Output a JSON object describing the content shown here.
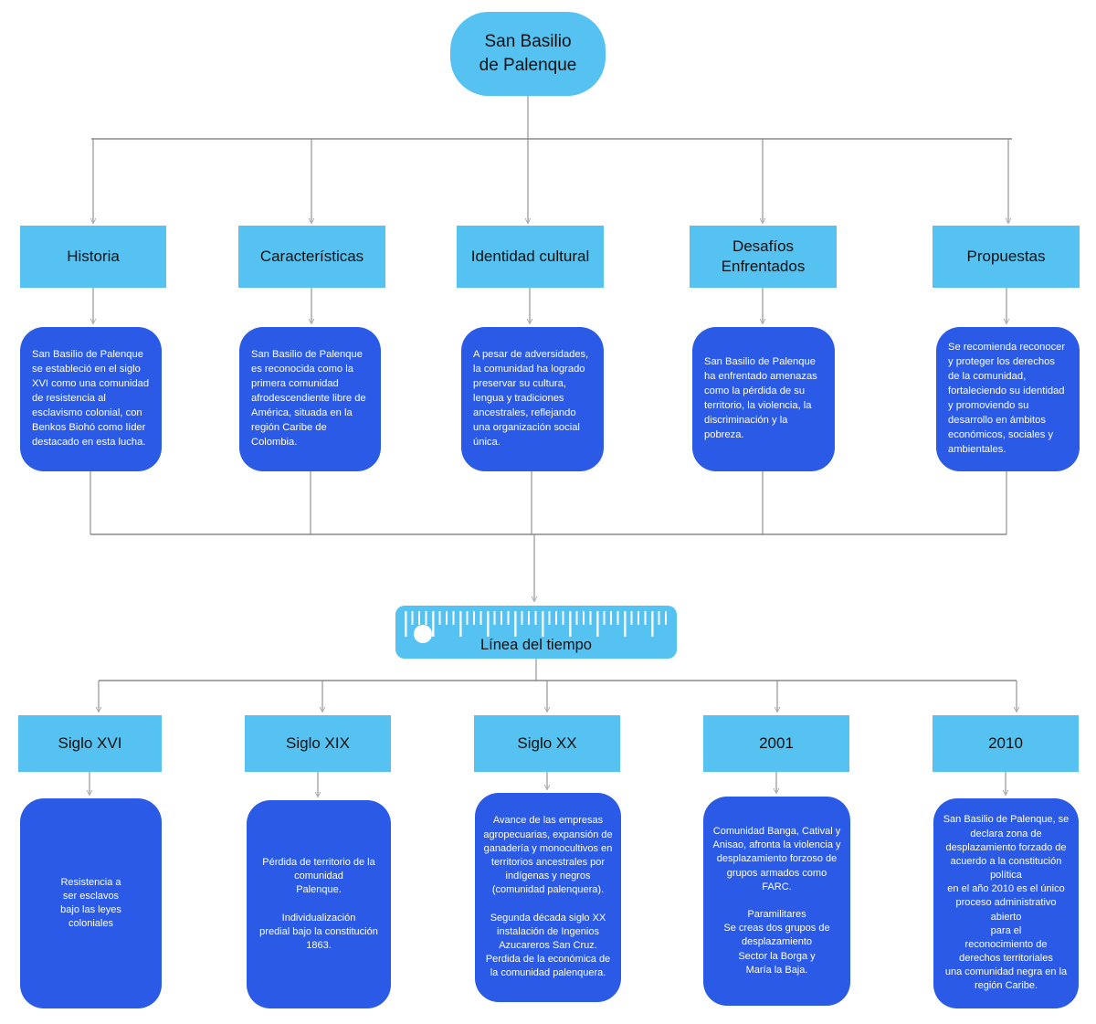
{
  "colors": {
    "node_light_blue": "#55C2F1",
    "node_dark_blue": "#2B5AE7",
    "connector": "#8a8a8a",
    "text_dark": "#111111",
    "text_light": "#ffffff"
  },
  "root": {
    "label": "San Basilio\nde Palenque"
  },
  "branches": [
    {
      "title": "Historia",
      "description": "San Basilio de Palenque se estableció en el siglo XVI como una comunidad de resistencia al esclavismo colonial, con Benkos Biohó como líder destacado en esta lucha."
    },
    {
      "title": "Características",
      "description": "San Basilio de Palenque es reconocida como la primera comunidad afrodescendiente libre de América, situada en la región Caribe de Colombia."
    },
    {
      "title": "Identidad cultural",
      "description": "A pesar de adversidades, la comunidad ha logrado preservar su cultura, lengua y tradiciones ancestrales, reflejando una organización social única."
    },
    {
      "title": "Desafíos\nEnfrentados",
      "description": "San Basilio de Palenque ha enfrentado amenazas como la pérdida de su territorio, la violencia, la discriminación y la pobreza."
    },
    {
      "title": "Propuestas",
      "description": "Se recomienda reconocer y proteger los derechos de la comunidad, fortaleciendo su identidad y promoviendo su desarrollo en ámbitos económicos, sociales y ambientales."
    }
  ],
  "timeline": {
    "label": "Línea del tiempo"
  },
  "periods": [
    {
      "title": "Siglo XVI",
      "description": "Resistencia a\nser esclavos\nbajo las leyes\ncoloniales"
    },
    {
      "title": "Siglo XIX",
      "description": "Pérdida de territorio de la comunidad\nPalenque.\n\nIndividualización\npredial bajo la constitución\n1863."
    },
    {
      "title": "Siglo XX",
      "description": "Avance de las empresas agropecuarias, expansión de ganadería y monocultivos en territorios ancestrales por indígenas y negros (comunidad palenquera).\n\nSegunda década siglo XX instalación de Ingenios Azucareros San Cruz. Perdida de la económica de la comunidad palenquera."
    },
    {
      "title": "2001",
      "description": "Comunidad Banga, Catival y Anisao, afronta la violencia y desplazamiento forzoso de grupos armados como\nFARC.\n\nParamilitares\nSe creas dos grupos de desplazamiento\nSector la Borga y\nMaría la Baja."
    },
    {
      "title": "2010",
      "description": "San Basilio de Palenque, se declara zona de desplazamiento forzado de acuerdo a la constitución política\nen el año 2010 es el único proceso administrativo\nabierto\npara el\nreconocimiento de\nderechos territoriales\nuna comunidad negra en la región Caribe."
    }
  ]
}
